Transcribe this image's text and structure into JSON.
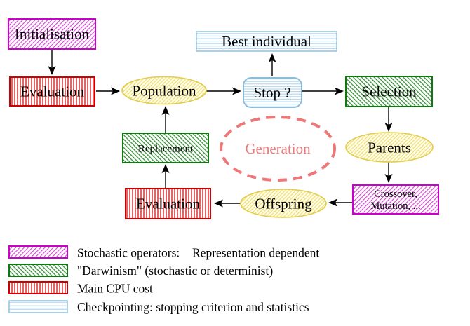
{
  "diagram": {
    "nodes": {
      "initialisation": {
        "label": "Initialisation"
      },
      "evaluation_top": {
        "label": "Evaluation"
      },
      "population": {
        "label": "Population"
      },
      "best_individual": {
        "label": "Best individual"
      },
      "stop": {
        "label": "Stop ?"
      },
      "selection": {
        "label": "Selection"
      },
      "parents": {
        "label": "Parents"
      },
      "crossover_mutation": {
        "line1": "Crossover,",
        "line2": "Mutation, ..."
      },
      "offspring": {
        "label": "Offspring"
      },
      "evaluation_bottom": {
        "label": "Evaluation"
      },
      "replacement": {
        "label": "Replacement"
      },
      "generation": {
        "label": "Generation"
      }
    },
    "legend": {
      "items": [
        {
          "swatch": "magenta-diagonal-hatch",
          "label": "Stochastic operators:",
          "label2": "Representation dependent"
        },
        {
          "swatch": "green-diagonal-hatch",
          "label": "\"Darwinism\" (stochastic or determinist)"
        },
        {
          "swatch": "red-vertical-stripes",
          "label": "Main CPU cost"
        },
        {
          "swatch": "cyan-horizontal-lines",
          "label": "Checkpointing: stopping criterion and statistics"
        }
      ]
    },
    "colors": {
      "magenta": "#cc00cc",
      "green_border": "#117711",
      "green_text": "#007700",
      "red": "#cc0000",
      "cyan_border": "#8cbcd8",
      "cyan_text": "#99ccee",
      "yellow_ellipse_border": "#e2cc4e",
      "gold_text": "#f0c420",
      "salmon": "#ee7777"
    }
  }
}
